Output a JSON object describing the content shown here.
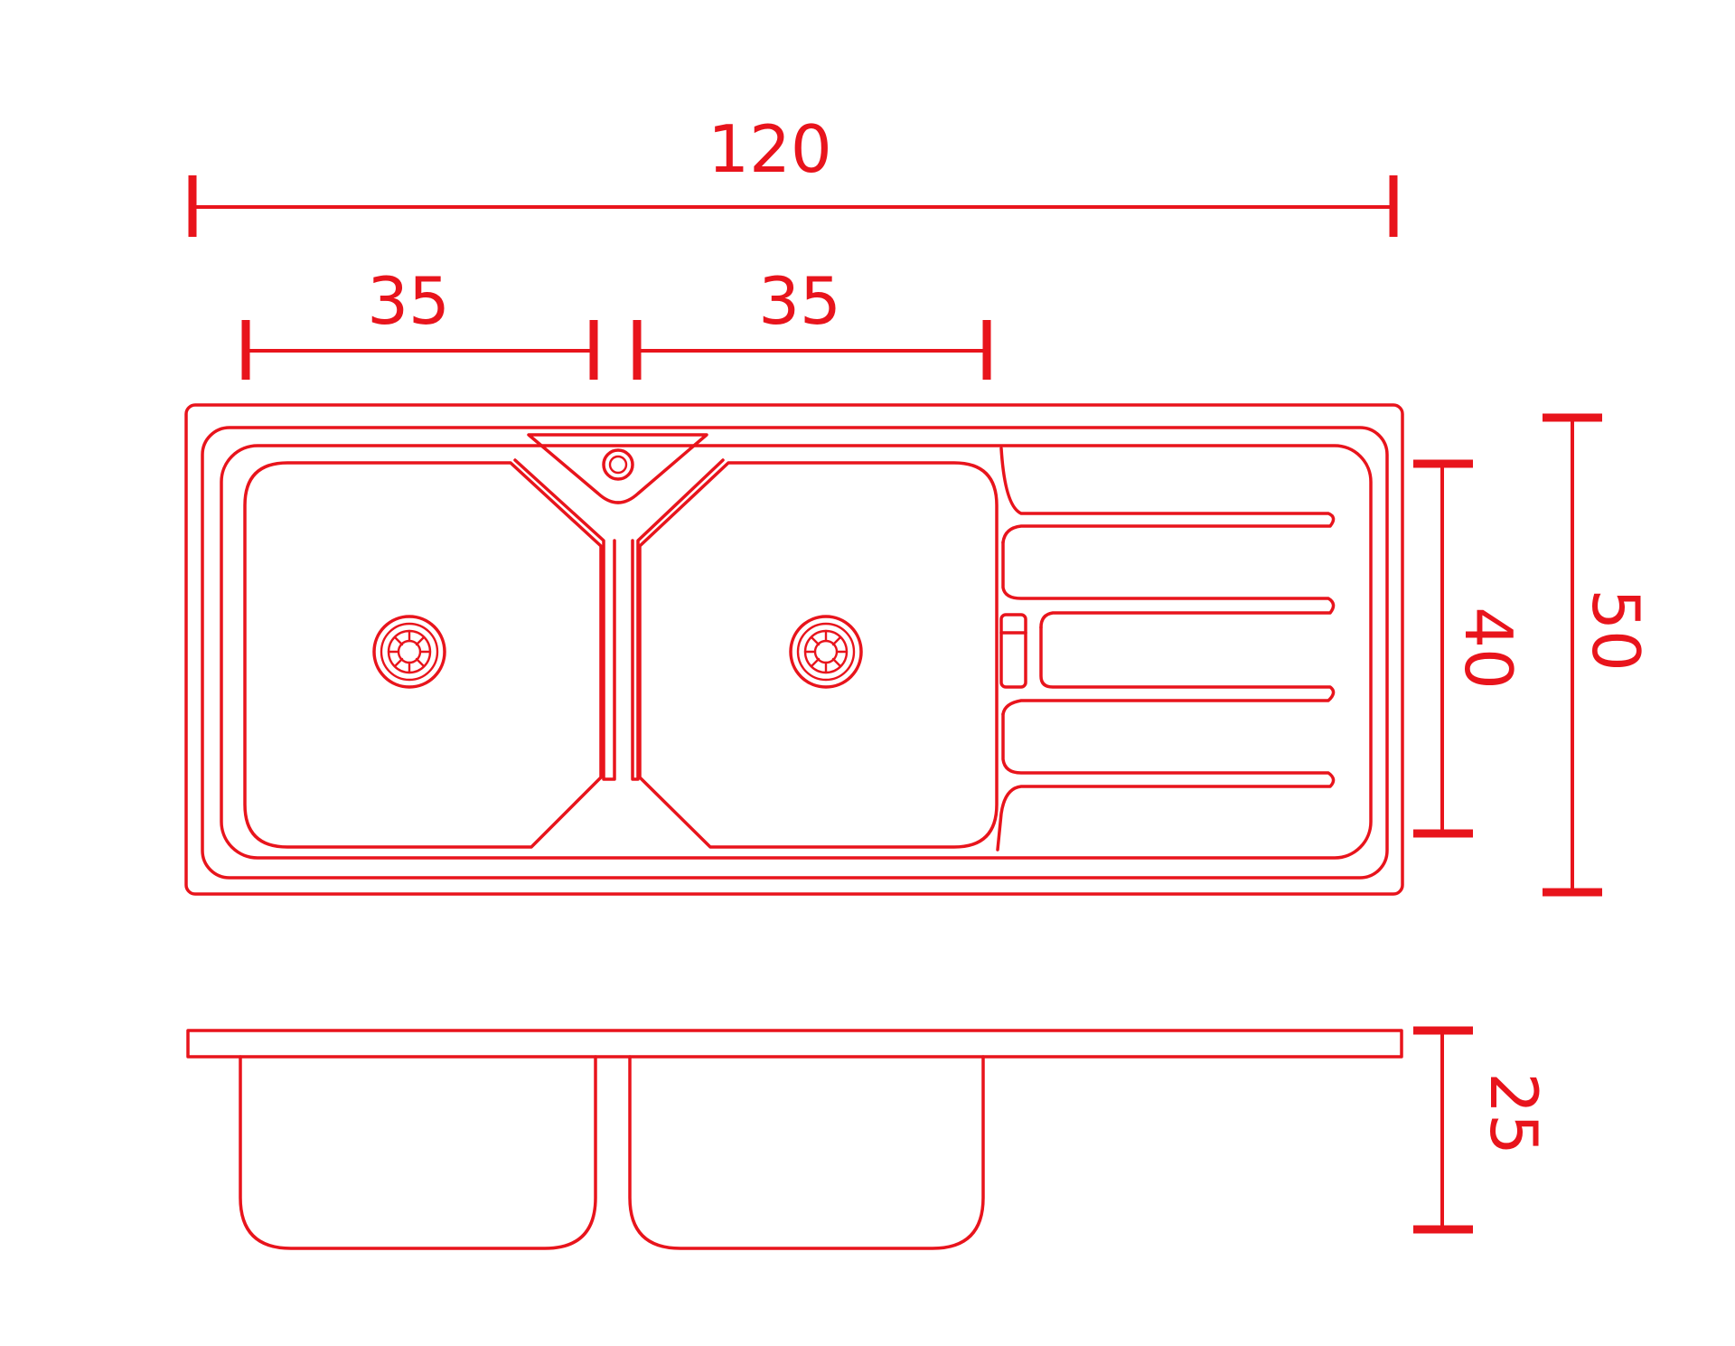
{
  "colors": {
    "line": "#e8141c",
    "background": "#ffffff"
  },
  "dimensions": {
    "total_width": "120",
    "bowl_left_width": "35",
    "bowl_right_width": "35",
    "inner_depth": "40",
    "outer_depth": "50",
    "bowl_height": "25"
  }
}
